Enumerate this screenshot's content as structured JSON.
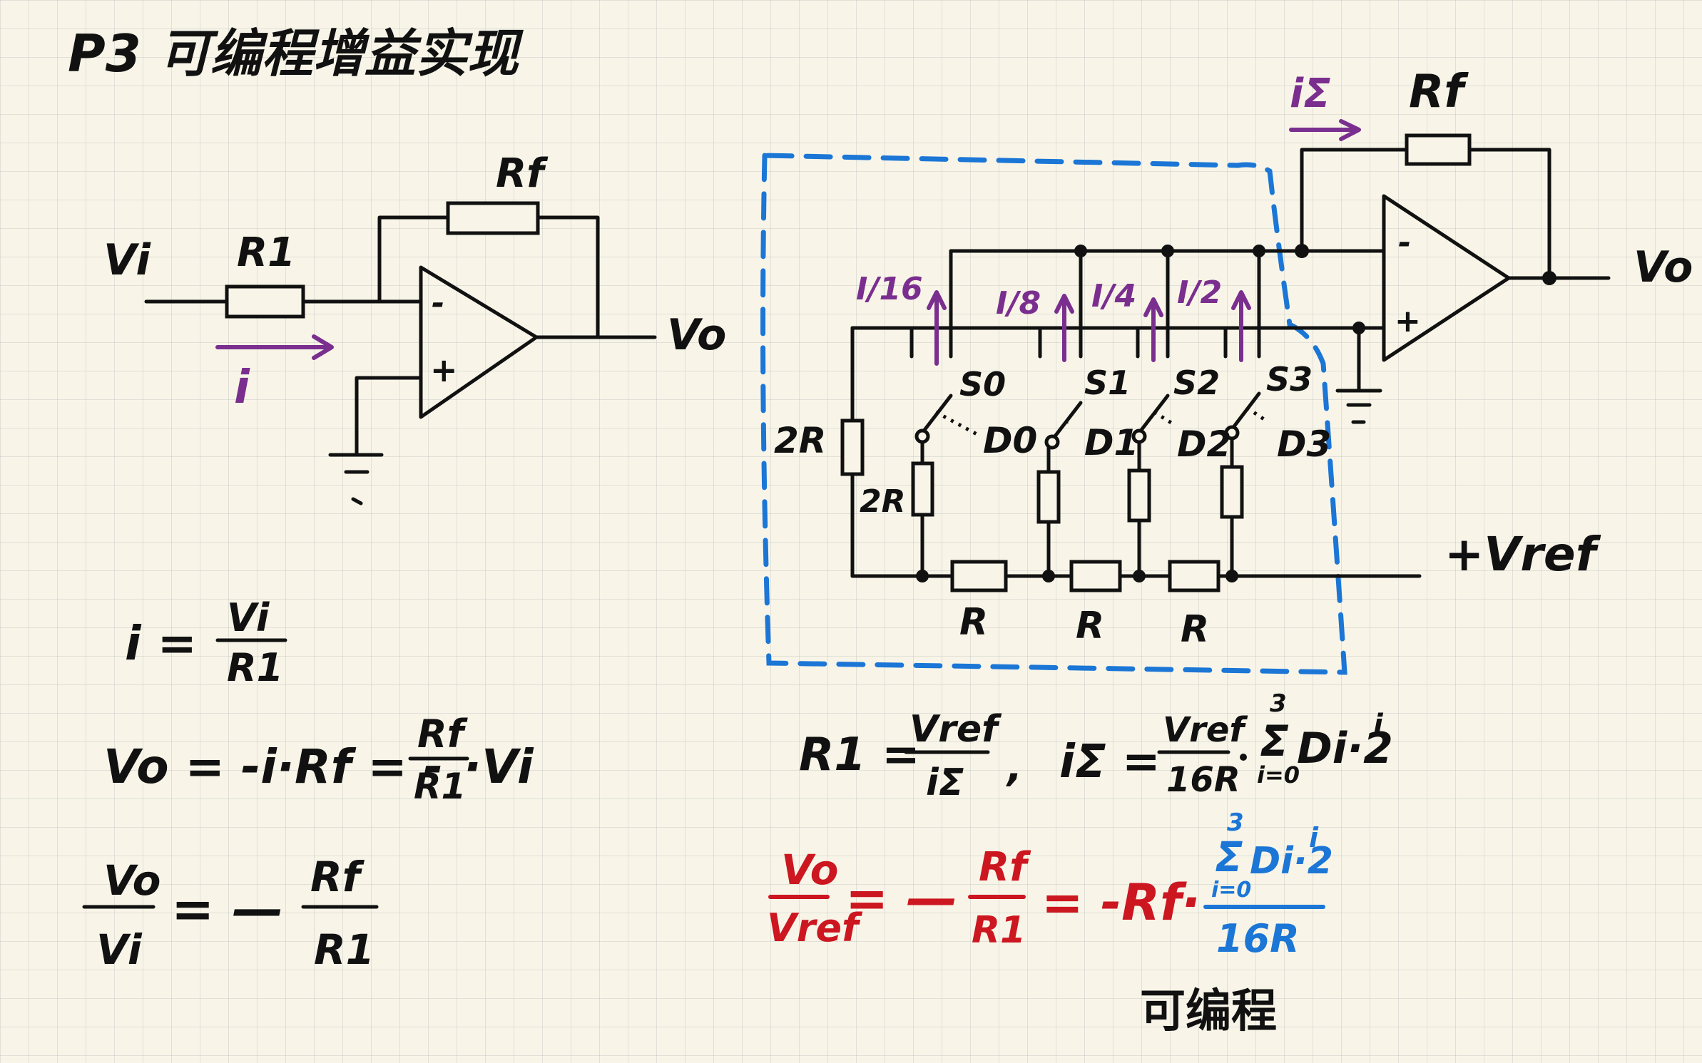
{
  "title": "P3  可编程增益实现",
  "left_circuit": {
    "input_label": "Vi",
    "resistor_r1": "R1",
    "resistor_rf": "Rf",
    "output_label": "Vo",
    "minus_sign": "-",
    "plus_sign": "+",
    "current_label": "i"
  },
  "left_equations": {
    "eq1_lhs": "i =",
    "eq1_num": "Vi",
    "eq1_den": "R1",
    "eq2_lhs": "Vo = -i·Rf = -",
    "eq2_num": "Rf",
    "eq2_den": "R1",
    "eq2_tail": "·Vi",
    "eq3_num": "Vo",
    "eq3_den": "Vi",
    "eq3_mid": "= —",
    "eq3_num2": "Rf",
    "eq3_den2": "R1"
  },
  "right_circuit": {
    "feedback_current": "iΣ",
    "resistor_rf": "Rf",
    "output_label": "Vo",
    "minus_sign": "-",
    "plus_sign": "+",
    "ref_label": "+Vref",
    "resistor_2r_side": "2R",
    "resistor_2r_branch": "2R",
    "ladder_r": [
      "R",
      "R",
      "R"
    ],
    "switches": [
      "S0",
      "S1",
      "S2",
      "S3"
    ],
    "digits": [
      "D0",
      "D1",
      "D2",
      "D3"
    ],
    "currents": [
      "I/16",
      "I/8",
      "I/4",
      "I/2"
    ]
  },
  "right_equations": {
    "eq1_lhs": "R1 =",
    "eq1_num": "Vref",
    "eq1_den": "iΣ",
    "eq1_sep": ",",
    "eq2_lhs": "iΣ =",
    "eq2_num": "Vref",
    "eq2_den": "16R",
    "eq2_sum_top": "3",
    "eq2_sum_sym": "Σ",
    "eq2_sum_bot": "i=0",
    "eq2_body": "Di·2",
    "eq2_exp": "i",
    "eq3_num": "Vo",
    "eq3_den": "Vref",
    "eq3_mid": "= —",
    "eq3_num2": "Rf",
    "eq3_den2": "R1",
    "eq3_mid2": "= -Rf·",
    "eq3_sum_top": "3",
    "eq3_sum_sym": "Σ",
    "eq3_sum_bot": "i=0",
    "eq3_sum_body": "Di·2",
    "eq3_sum_exp": "i",
    "eq3_den3": "16R",
    "note": "可编程"
  }
}
